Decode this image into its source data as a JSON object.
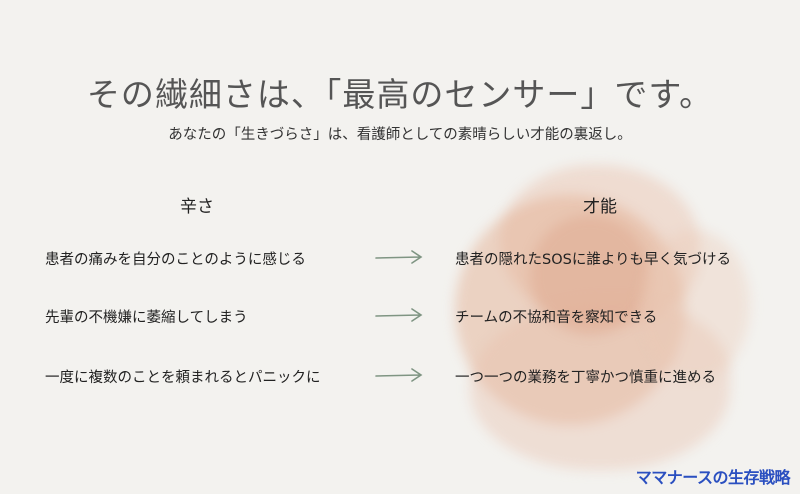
{
  "header": {
    "title": "その繊細さは、「最高のセンサー」です。",
    "subtitle": "あなたの「生きづらさ」は、看護師としての素晴らしい才能の裏返し。"
  },
  "columns": {
    "left_heading": "辛さ",
    "right_heading": "才能"
  },
  "rows": [
    {
      "hardship": "患者の痛みを自分のことのように感じる",
      "talent": "患者の隠れたSOSに誰よりも早く気づける"
    },
    {
      "hardship": "先輩の不機嫌に萎縮してしまう",
      "talent": "チームの不協和音を察知できる"
    },
    {
      "hardship": "一度に複数のことを頼まれるとパニックに",
      "talent": "一つ一つの業務を丁寧かつ慎重に進める"
    }
  ],
  "icons": {
    "arrow": "arrow-right-icon"
  },
  "colors": {
    "background": "#f3f2ef",
    "arrow": "#7f9583",
    "watercolor": "#e2aa8c",
    "footer": "#2a4fc0"
  },
  "footer": {
    "brand": "ママナースの生存戦略"
  }
}
